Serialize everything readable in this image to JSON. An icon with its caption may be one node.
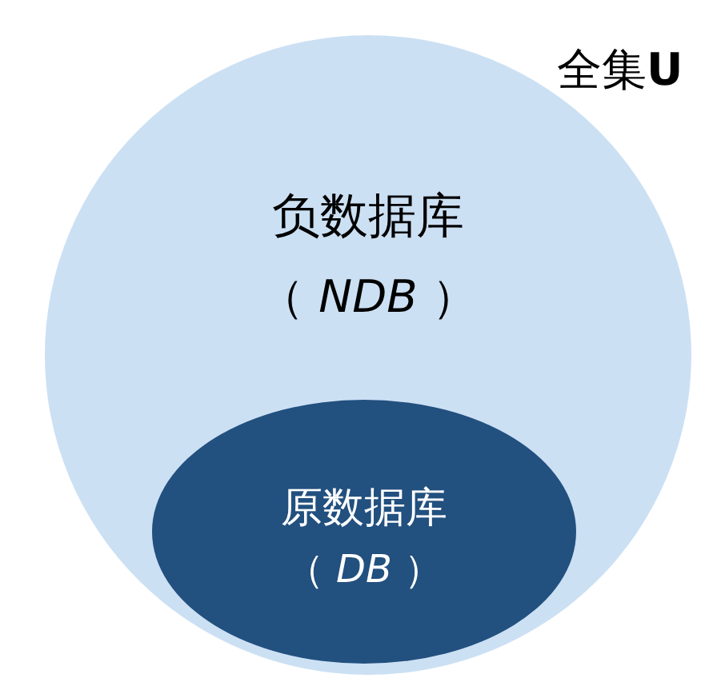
{
  "diagram": {
    "nodes": [
      {
        "text": [
          "负数据库",
          "（ *NDB* ）"
        ]
      },
      {
        "text": [
          "原数据库",
          "（ *DB* ）"
        ],
        "in": 0
      }
    ],
    "labels": [
      "全集**U**"
    ]
  }
}
